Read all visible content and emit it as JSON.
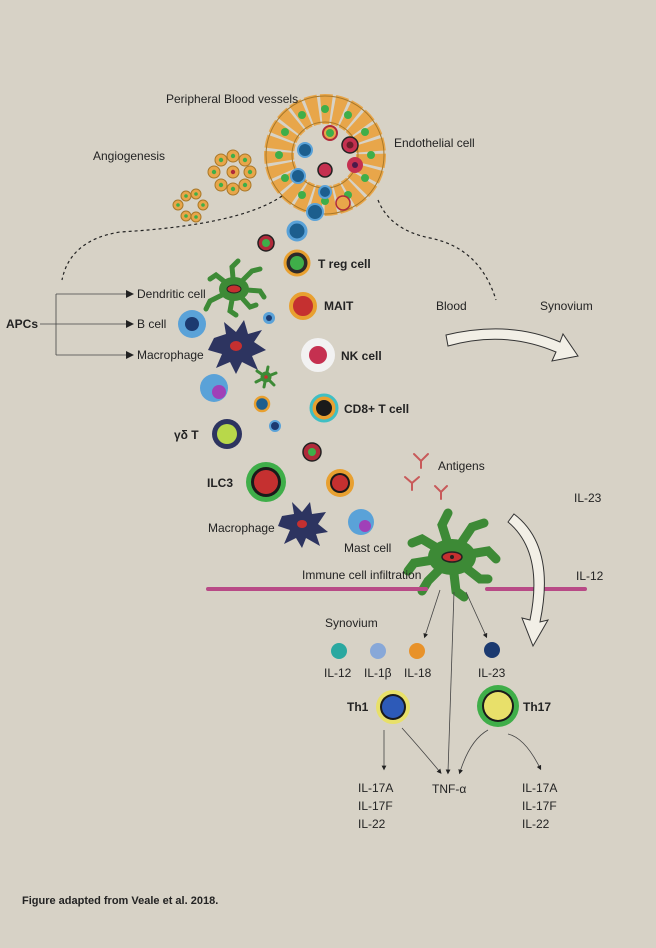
{
  "labels": {
    "peripheral": "Peripheral Blood vessels",
    "endothelial": "Endothelial cell",
    "angiogenesis": "Angiogenesis",
    "apcs": "APCs",
    "dendritic": "Dendritic cell",
    "bcell": "B cell",
    "macrophage_top": "Macrophage",
    "treg": "T reg cell",
    "mait": "MAIT",
    "nk": "NK cell",
    "cd8": "CD8+ T cell",
    "gdt": "γδ T",
    "ilc3": "ILC3",
    "macrophage_bottom": "Macrophage",
    "mast": "Mast cell",
    "antigens": "Antigens",
    "blood": "Blood",
    "synovium_right": "Synovium",
    "il23_right": "IL-23",
    "il12_right": "IL-12",
    "infiltration": "Immune cell infiltration",
    "synovium": "Synovium",
    "il12": "IL-12",
    "il1b": "IL-1β",
    "il18": "IL-18",
    "il23": "IL-23",
    "th1": "Th1",
    "th17": "Th17",
    "tnf": "TNF-α",
    "left_il17a": "IL-17A",
    "left_il17f": "IL-17F",
    "left_il22": "IL-22",
    "right_il17a": "IL-17A",
    "right_il17f": "IL-17F",
    "right_il22": "IL-22"
  },
  "caption": "Figure adapted from Veale et al. 2018.",
  "colors": {
    "background": "#d7d2c6",
    "endothelial": "#e8a64a",
    "endothelial_nucleus": "#3fae49",
    "membrane_line": "#b84a86",
    "dendritic": "#3d8a36",
    "macrophage": "#2d3460"
  }
}
